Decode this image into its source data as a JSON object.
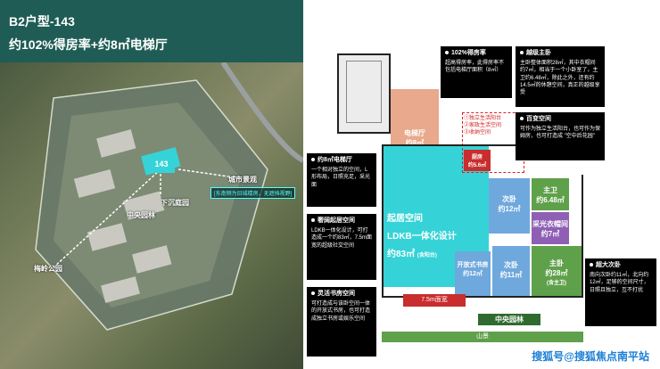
{
  "left": {
    "title": "B2户型-143",
    "subtitle": "约102%得房率+约8㎡电梯厅",
    "unit": "143",
    "labels": {
      "city_view": "城市景观",
      "city_tag": "[东南侧为旧城楼房，无遮挡视野]",
      "sunken_garden": "下沉庭园",
      "central_garden": "中央园林",
      "mei_park": "梅岭公园"
    }
  },
  "plan": {
    "rooms": {
      "elevator": "电梯厅",
      "elevator_area": "约8㎡",
      "kitchen_label": "厨房",
      "kitchen_area": "约5.6㎡",
      "living_1": "起居空间",
      "living_2": "LDKB一体化设计",
      "living_area": "约83㎡",
      "living_sub": "(含阳台)",
      "bedroom2": "次卧",
      "bedroom2_area": "约12㎡",
      "main_bath": "主卫",
      "main_bath_area": "约6.48㎡",
      "closet": "采光衣帽间",
      "closet_area": "约7㎡",
      "study": "开放式书房",
      "study_area": "约12㎡",
      "bedroom3": "次卧",
      "bedroom3_area": "约11㎡",
      "master": "主卧",
      "master_area": "约28㎡",
      "master_sub": "(含主卫)",
      "width_label": "7.5m面宽",
      "central_garden": "中央园林",
      "mountain": "山景"
    },
    "callouts": {
      "c1": [
        "①独立生活阳台",
        "②家政生活空间",
        "③收纳空间"
      ]
    },
    "notes": {
      "n1_title": "102%得房率",
      "n1_body": "超高得房率，此得房率不包括电梯厅面积（8㎡）",
      "n2_title": "越级主卧",
      "n2_body": "主卧整体面积28㎡，其中衣帽间约7㎡，相当于一个小卧室了，主卫约6.48㎡，除此之外，还有约14.5㎡的休憩空间，真正的越级享受",
      "n3_title": "百变空间",
      "n3_body": "可作为独立生活阳台，也可作为保姆房，也可打造成 \"空中后花园\"",
      "n4_title": "约8㎡电梯厅",
      "n4_body": "一个相对独立的空间，L形布局，日照充足，采光面",
      "n5_title": "奢阔起居空间",
      "n5_body": "LDKB一体化设计，可打造成一个约83㎡，7.5m面宽的超级社交空间",
      "n6_title": "超大次卧",
      "n6_body": "南向次卧约11㎡，北向约12㎡，足够的空间尺寸，日照且独立，互不打扰",
      "n7_title": "灵活书房空间",
      "n7_body": "可打造成与该卧空间一体的开放式书房，也可打造成独立书房或娱乐空间"
    }
  },
  "watermark": "搜狐号@搜狐焦点南平站",
  "colors": {
    "teal": "#35d3d7",
    "elevator": "#e8a98c",
    "blue": "#6fa8dc",
    "green": "#5fa04a",
    "purple": "#8e5fb4",
    "red": "#c92d2d"
  }
}
